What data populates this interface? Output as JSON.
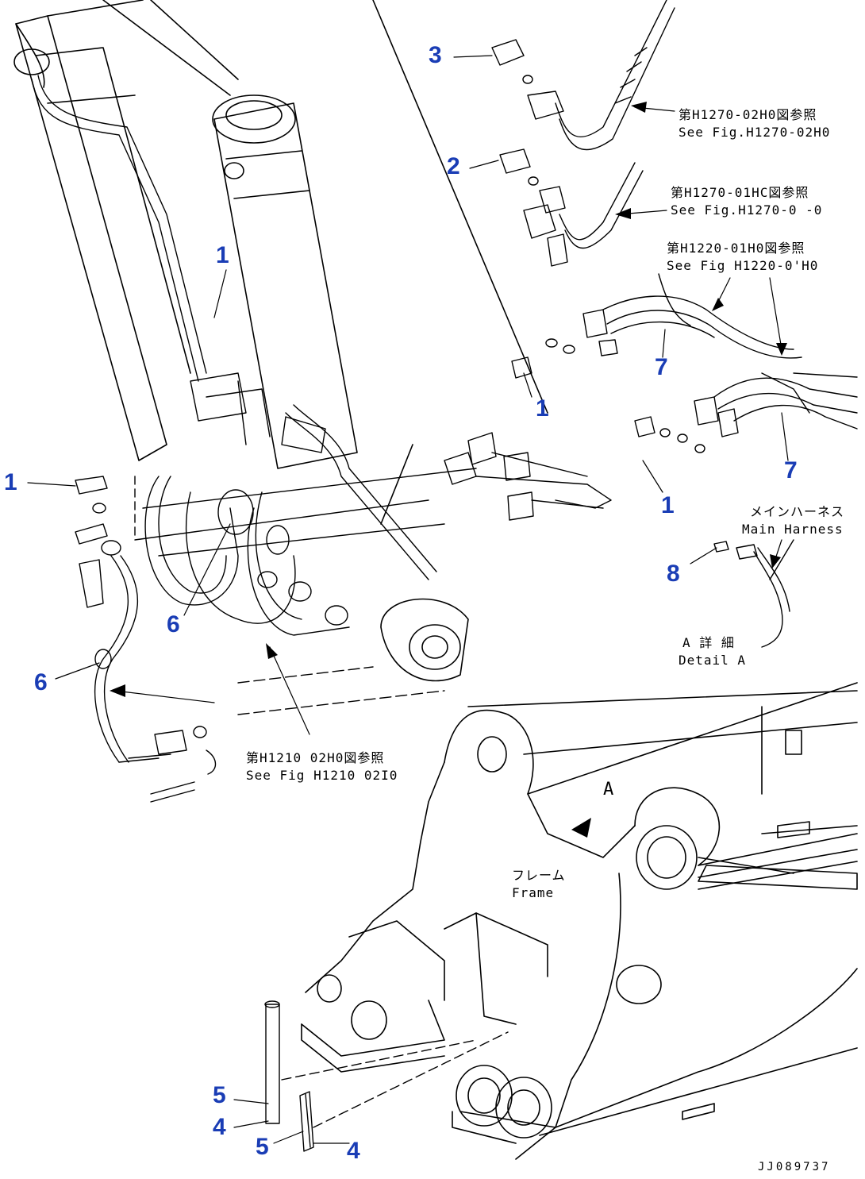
{
  "callouts": {
    "c3": "3",
    "c2": "2",
    "c1a": "1",
    "c1b": "1",
    "c1c": "1",
    "c1d": "1",
    "c7a": "7",
    "c7b": "7",
    "c8": "8",
    "c6a": "6",
    "c6b": "6",
    "c5a": "5",
    "c4a": "4",
    "c5b": "5",
    "c4b": "4"
  },
  "notes": {
    "ref1_jp": "第H1270-02H0図参照",
    "ref1_en": "See Fig.H1270-02H0",
    "ref2_jp": "第H1270-01HC図参照",
    "ref2_en": "See Fig.H1270-0 -0",
    "ref3_jp": "第H1220-01H0図参照",
    "ref3_en": "See Fig H1220-0'H0",
    "harness_jp": "メインハーネス",
    "harness_en": "Main Harness",
    "detail_jp": "A 詳 細",
    "detail_en": "Detail A",
    "ref4_jp": "第H1210 02H0図参照",
    "ref4_en": "See Fig H1210 02I0",
    "frame_jp": "フレーム",
    "frame_en": "Frame",
    "view_a": "A"
  },
  "drawing_number": "JJ089737"
}
